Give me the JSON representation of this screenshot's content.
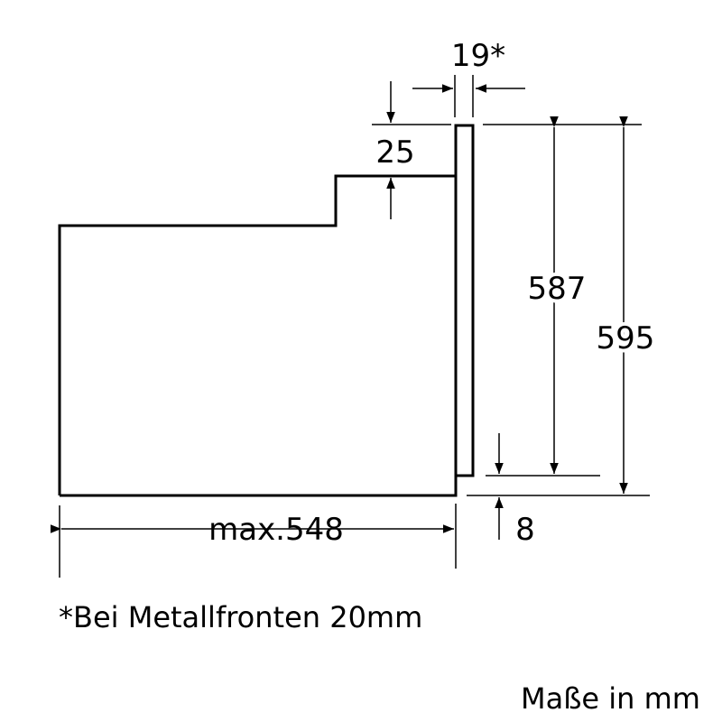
{
  "dimensions": {
    "front_thickness": "19*",
    "top_step": "25",
    "front_inner_height": "587",
    "front_height": "595",
    "bottom_offset": "8",
    "depth": "max.548"
  },
  "footnote": "*Bei Metallfronten 20mm",
  "units_note": "Maße in mm"
}
